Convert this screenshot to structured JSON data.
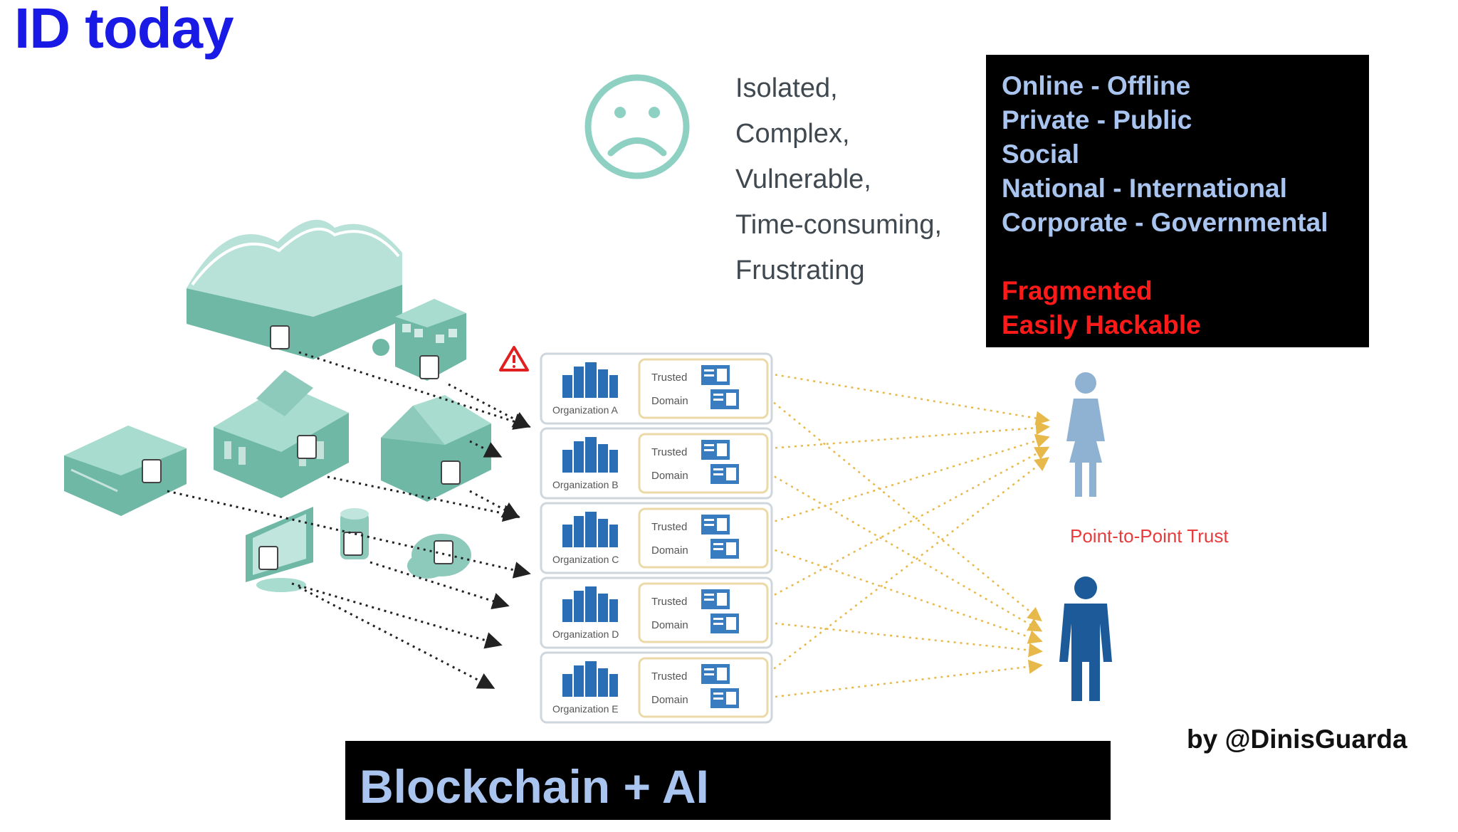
{
  "title": "ID today",
  "problems": [
    "Isolated,",
    "Complex,",
    "Vulnerable,",
    "Time-consuming,",
    "Frustrating"
  ],
  "info_box": {
    "lines": [
      "Online - Offline",
      "Private - Public",
      "Social",
      "National - International",
      "Corporate - Governmental"
    ],
    "alerts": [
      "Fragmented",
      "Easily Hackable"
    ]
  },
  "organizations": [
    {
      "name": "Organization A",
      "trusted": "Trusted",
      "domain": "Domain"
    },
    {
      "name": "Organization B",
      "trusted": "Trusted",
      "domain": "Domain"
    },
    {
      "name": "Organization C",
      "trusted": "Trusted",
      "domain": "Domain"
    },
    {
      "name": "Organization D",
      "trusted": "Trusted",
      "domain": "Domain"
    },
    {
      "name": "Organization E",
      "trusted": "Trusted",
      "domain": "Domain"
    }
  ],
  "trust_label": "Point-to-Point Trust",
  "byline": "by @DinisGuarda",
  "footer": "Blockchain + AI",
  "colors": {
    "title": "#1a1ae6",
    "teal": "#7cc5b5",
    "blue_dark": "#1c5a9a",
    "arrow_gold": "#e7b84a",
    "alert_red": "#ff1a1a",
    "box_text": "#a9c4ef"
  }
}
